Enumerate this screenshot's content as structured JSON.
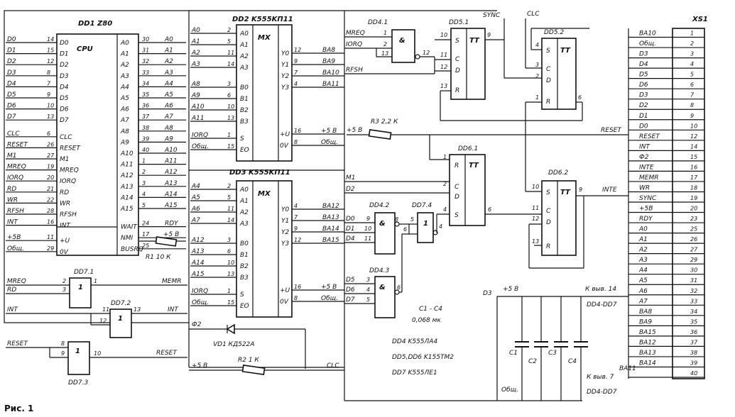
{
  "figure_caption": "Рис. 1",
  "connector": {
    "title": "XS1",
    "pins": [
      {
        "signal": "BA10",
        "pin": "1"
      },
      {
        "signal": "Общ.",
        "pin": "2"
      },
      {
        "signal": "D3",
        "pin": "3"
      },
      {
        "signal": "D4",
        "pin": "4"
      },
      {
        "signal": "D5",
        "pin": "5"
      },
      {
        "signal": "D6",
        "pin": "6"
      },
      {
        "signal": "D3",
        "pin": "7"
      },
      {
        "signal": "D2",
        "pin": "8"
      },
      {
        "signal": "D1",
        "pin": "9"
      },
      {
        "signal": "D0",
        "pin": "10"
      },
      {
        "signal": "RESET",
        "pin": "12"
      },
      {
        "signal": "INT",
        "pin": "14"
      },
      {
        "signal": "Ф2",
        "pin": "15"
      },
      {
        "signal": "INTE",
        "pin": "16"
      },
      {
        "signal": "MEMR",
        "pin": "17"
      },
      {
        "signal": "WR",
        "pin": "18"
      },
      {
        "signal": "SYNC",
        "pin": "19"
      },
      {
        "signal": "+5B",
        "pin": "20"
      },
      {
        "signal": "RDY",
        "pin": "23"
      },
      {
        "signal": "A0",
        "pin": "25"
      },
      {
        "signal": "A1",
        "pin": "26"
      },
      {
        "signal": "A2",
        "pin": "27"
      },
      {
        "signal": "A3",
        "pin": "29"
      },
      {
        "signal": "A4",
        "pin": "30"
      },
      {
        "signal": "A5",
        "pin": "31"
      },
      {
        "signal": "A6",
        "pin": "32"
      },
      {
        "signal": "A7",
        "pin": "33"
      },
      {
        "signal": "BA8",
        "pin": "34"
      },
      {
        "signal": "BA9",
        "pin": "35"
      },
      {
        "signal": "BA15",
        "pin": "36"
      },
      {
        "signal": "BA12",
        "pin": "37"
      },
      {
        "signal": "BA13",
        "pin": "38"
      },
      {
        "signal": "BA14",
        "pin": "39"
      },
      {
        "signal": "",
        "pin": "40"
      }
    ]
  },
  "cpu": {
    "title": "DD1 Z80",
    "label": "CPU",
    "left_pins": [
      {
        "name": "D0",
        "num": "14",
        "ext": "D0"
      },
      {
        "name": "D1",
        "num": "15",
        "ext": "D1"
      },
      {
        "name": "D2",
        "num": "12",
        "ext": "D2"
      },
      {
        "name": "D3",
        "num": "8",
        "ext": "D3"
      },
      {
        "name": "D4",
        "num": "7",
        "ext": "D4"
      },
      {
        "name": "D5",
        "num": "9",
        "ext": "D5"
      },
      {
        "name": "D6",
        "num": "10",
        "ext": "D6"
      },
      {
        "name": "D7",
        "num": "13",
        "ext": "D7"
      },
      {
        "name": "CLC",
        "num": "6",
        "ext": "CLC"
      },
      {
        "name": "RESET",
        "num": "26",
        "ext": "RESET"
      },
      {
        "name": "M1",
        "num": "27",
        "ext": "M1"
      },
      {
        "name": "MREQ",
        "num": "19",
        "ext": "MREQ"
      },
      {
        "name": "IORQ",
        "num": "20",
        "ext": "IORQ"
      },
      {
        "name": "RD",
        "num": "21",
        "ext": "RD"
      },
      {
        "name": "WR",
        "num": "22",
        "ext": "WR"
      },
      {
        "name": "RFSH",
        "num": "28",
        "ext": "RFSH"
      },
      {
        "name": "INT",
        "num": "16",
        "ext": "INT"
      },
      {
        "name": "+U",
        "num": "11",
        "ext": "+5В"
      },
      {
        "name": "0V",
        "num": "29",
        "ext": "Общ."
      }
    ],
    "right_pins": [
      {
        "name": "A0",
        "num": "30",
        "ext": "A0"
      },
      {
        "name": "A1",
        "num": "31",
        "ext": "A1"
      },
      {
        "name": "A2",
        "num": "32",
        "ext": "A2"
      },
      {
        "name": "A3",
        "num": "33",
        "ext": "A3"
      },
      {
        "name": "A4",
        "num": "34",
        "ext": "A4"
      },
      {
        "name": "A5",
        "num": "35",
        "ext": "A5"
      },
      {
        "name": "A6",
        "num": "36",
        "ext": "A6"
      },
      {
        "name": "A7",
        "num": "37",
        "ext": "A7"
      },
      {
        "name": "A8",
        "num": "38",
        "ext": "A8"
      },
      {
        "name": "A9",
        "num": "39",
        "ext": "A9"
      },
      {
        "name": "A10",
        "num": "40",
        "ext": "A10"
      },
      {
        "name": "A11",
        "num": "1",
        "ext": "A11"
      },
      {
        "name": "A12",
        "num": "2",
        "ext": "A12"
      },
      {
        "name": "A13",
        "num": "3",
        "ext": "A13"
      },
      {
        "name": "A14",
        "num": "4",
        "ext": "A14"
      },
      {
        "name": "A15",
        "num": "5",
        "ext": "A15"
      },
      {
        "name": "WAIT",
        "num": "24",
        "ext": "RDY"
      },
      {
        "name": "NMI",
        "num": "17",
        "ext": ""
      },
      {
        "name": "BUSRQ",
        "num": "25",
        "ext": ""
      }
    ]
  },
  "r1": {
    "label": "R1 10 К",
    "supply": "+5 В"
  },
  "dd2": {
    "title": "DD2 K555KП11",
    "label": "MX",
    "inputs": [
      {
        "name": "A0",
        "num": "2",
        "ext": "A0"
      },
      {
        "name": "A1",
        "num": "5",
        "ext": "A1"
      },
      {
        "name": "A2",
        "num": "11",
        "ext": "A2"
      },
      {
        "name": "A3",
        "num": "14",
        "ext": "A3"
      },
      {
        "name": "B0",
        "num": "3",
        "ext": "A8"
      },
      {
        "name": "B1",
        "num": "6",
        "ext": "A9"
      },
      {
        "name": "B2",
        "num": "10",
        "ext": "A10"
      },
      {
        "name": "B3",
        "num": "13",
        "ext": "A11"
      },
      {
        "name": "S",
        "num": "1",
        "ext": "IORQ"
      },
      {
        "name": "EO",
        "num": "15",
        "ext": "Общ."
      }
    ],
    "outputs": [
      {
        "name": "Y0",
        "num": "12",
        "ext": "BA8"
      },
      {
        "name": "Y1",
        "num": "9",
        "ext": "BA9"
      },
      {
        "name": "Y2",
        "num": "7",
        "ext": "BA10"
      },
      {
        "name": "Y3",
        "num": "4",
        "ext": "BA11"
      }
    ],
    "power": [
      {
        "name": "+U",
        "num": "16",
        "ext": "+5 В"
      },
      {
        "name": "0V",
        "num": "8",
        "ext": "Общ."
      }
    ]
  },
  "dd3": {
    "title": "DD3 K555KП11",
    "label": "MX",
    "inputs": [
      {
        "name": "A0",
        "num": "2",
        "ext": "A4"
      },
      {
        "name": "A1",
        "num": "5",
        "ext": "A5"
      },
      {
        "name": "A2",
        "num": "11",
        "ext": "A6"
      },
      {
        "name": "A3",
        "num": "14",
        "ext": "A7"
      },
      {
        "name": "B0",
        "num": "3",
        "ext": "A12"
      },
      {
        "name": "B1",
        "num": "6",
        "ext": "A13"
      },
      {
        "name": "B2",
        "num": "10",
        "ext": "A14"
      },
      {
        "name": "B3",
        "num": "13",
        "ext": "A15"
      },
      {
        "name": "S",
        "num": "1",
        "ext": "IORQ"
      },
      {
        "name": "EO",
        "num": "15",
        "ext": "Общ."
      }
    ],
    "outputs": [
      {
        "name": "Y0",
        "num": "4",
        "ext": "BA12"
      },
      {
        "name": "Y1",
        "num": "7",
        "ext": "BA13"
      },
      {
        "name": "Y2",
        "num": "9",
        "ext": "BA14"
      },
      {
        "name": "Y3",
        "num": "12",
        "ext": "BA15"
      }
    ],
    "power": [
      {
        "name": "+U",
        "num": "16",
        "ext": "+5 В"
      },
      {
        "name": "0V",
        "num": "8",
        "ext": "Общ."
      }
    ]
  },
  "dd4_1": {
    "title": "DD4.1",
    "symbol": "&",
    "inputs": [
      "MREQ",
      "IORQ"
    ],
    "pins": [
      "1",
      "2",
      "13"
    ],
    "out_pin": "12",
    "out_label": "RFSH"
  },
  "dd4_2": {
    "title": "DD4.2",
    "symbol": "&",
    "inputs": [
      "D0",
      "D1",
      "D4"
    ],
    "pins": [
      "9",
      "10",
      "11"
    ],
    "out_pin": "8"
  },
  "dd4_3": {
    "title": "DD4.3",
    "symbol": "&",
    "inputs": [
      "D5",
      "D6",
      "D7"
    ],
    "pins": [
      "3",
      "4",
      "5"
    ],
    "out_pin": "6"
  },
  "dd7_4": {
    "title": "DD7.4",
    "symbol": "1",
    "pins": [
      "5",
      "6"
    ],
    "out_pin": "4"
  },
  "dd5_1": {
    "title": "DD5.1",
    "label": "TT",
    "pins": [
      "S",
      "C",
      "D",
      "R"
    ],
    "pin_nums": [
      "10",
      "11",
      "12",
      "13"
    ],
    "out_pin": "9",
    "out_label": "SYNC"
  },
  "dd5_2": {
    "title": "DD5.2",
    "label": "TT",
    "pins": [
      "S",
      "C",
      "D",
      "R"
    ],
    "pin_nums": [
      "4",
      "3",
      "2",
      "1"
    ],
    "out_pin": "6",
    "clk_label": "CLC"
  },
  "dd6_1": {
    "title": "DD6.1",
    "label": "TT",
    "pins": [
      "R",
      "C",
      "D",
      "S"
    ],
    "pin_nums": [
      "1",
      "2",
      "",
      "4"
    ],
    "inputs": [
      "M1",
      "D2"
    ],
    "out_pin": "6"
  },
  "dd6_2": {
    "title": "DD6.2",
    "label": "TT",
    "pins": [
      "S",
      "C",
      "D",
      "R"
    ],
    "pin_nums": [
      "10",
      "11",
      "12",
      "13"
    ],
    "out_pin": "9",
    "out_label": "INTE",
    "reset_label": "RESET"
  },
  "r3": {
    "label": "R3 2,2 К",
    "supply": "+5 В"
  },
  "dd7_1": {
    "title": "DD7.1",
    "symbol": "1",
    "inputs": [
      "MREQ",
      "RD"
    ],
    "pins": [
      "2",
      "3"
    ],
    "out_pin": "1",
    "out_label": "MEMR"
  },
  "dd7_2": {
    "title": "DD7.2",
    "symbol": "1",
    "pins": [
      "11",
      "12"
    ],
    "out_pin": "13",
    "in_label": "INT",
    "out_label": "INT"
  },
  "dd7_3": {
    "title": "DD7.3",
    "symbol": "1",
    "pins": [
      "8",
      "9"
    ],
    "out_pin": "10",
    "in_label": "RESET",
    "out_label": "RESET"
  },
  "vd1": {
    "label": "VD1 КД522А",
    "in_label": "Ф2"
  },
  "r2": {
    "label": "R2 1 К",
    "supply": "+5 В",
    "out_label": "CLC"
  },
  "caps": {
    "designator": "D3",
    "supply": "+5 В",
    "ground": "Общ.",
    "labels": [
      "C1",
      "C2",
      "C3",
      "C4"
    ],
    "top_note": "К выв. 14",
    "top_note2": "DD4-DD7",
    "bottom_note": "К выв. 7",
    "bottom_note2": "DD4-DD7",
    "ba11": "BA11"
  },
  "notes": [
    "C1 - C4",
    "0,068 мк",
    "DD4 K555ЛА4",
    "DD5,DD6 K155TM2",
    "DD7 K555ЛЕ1"
  ]
}
